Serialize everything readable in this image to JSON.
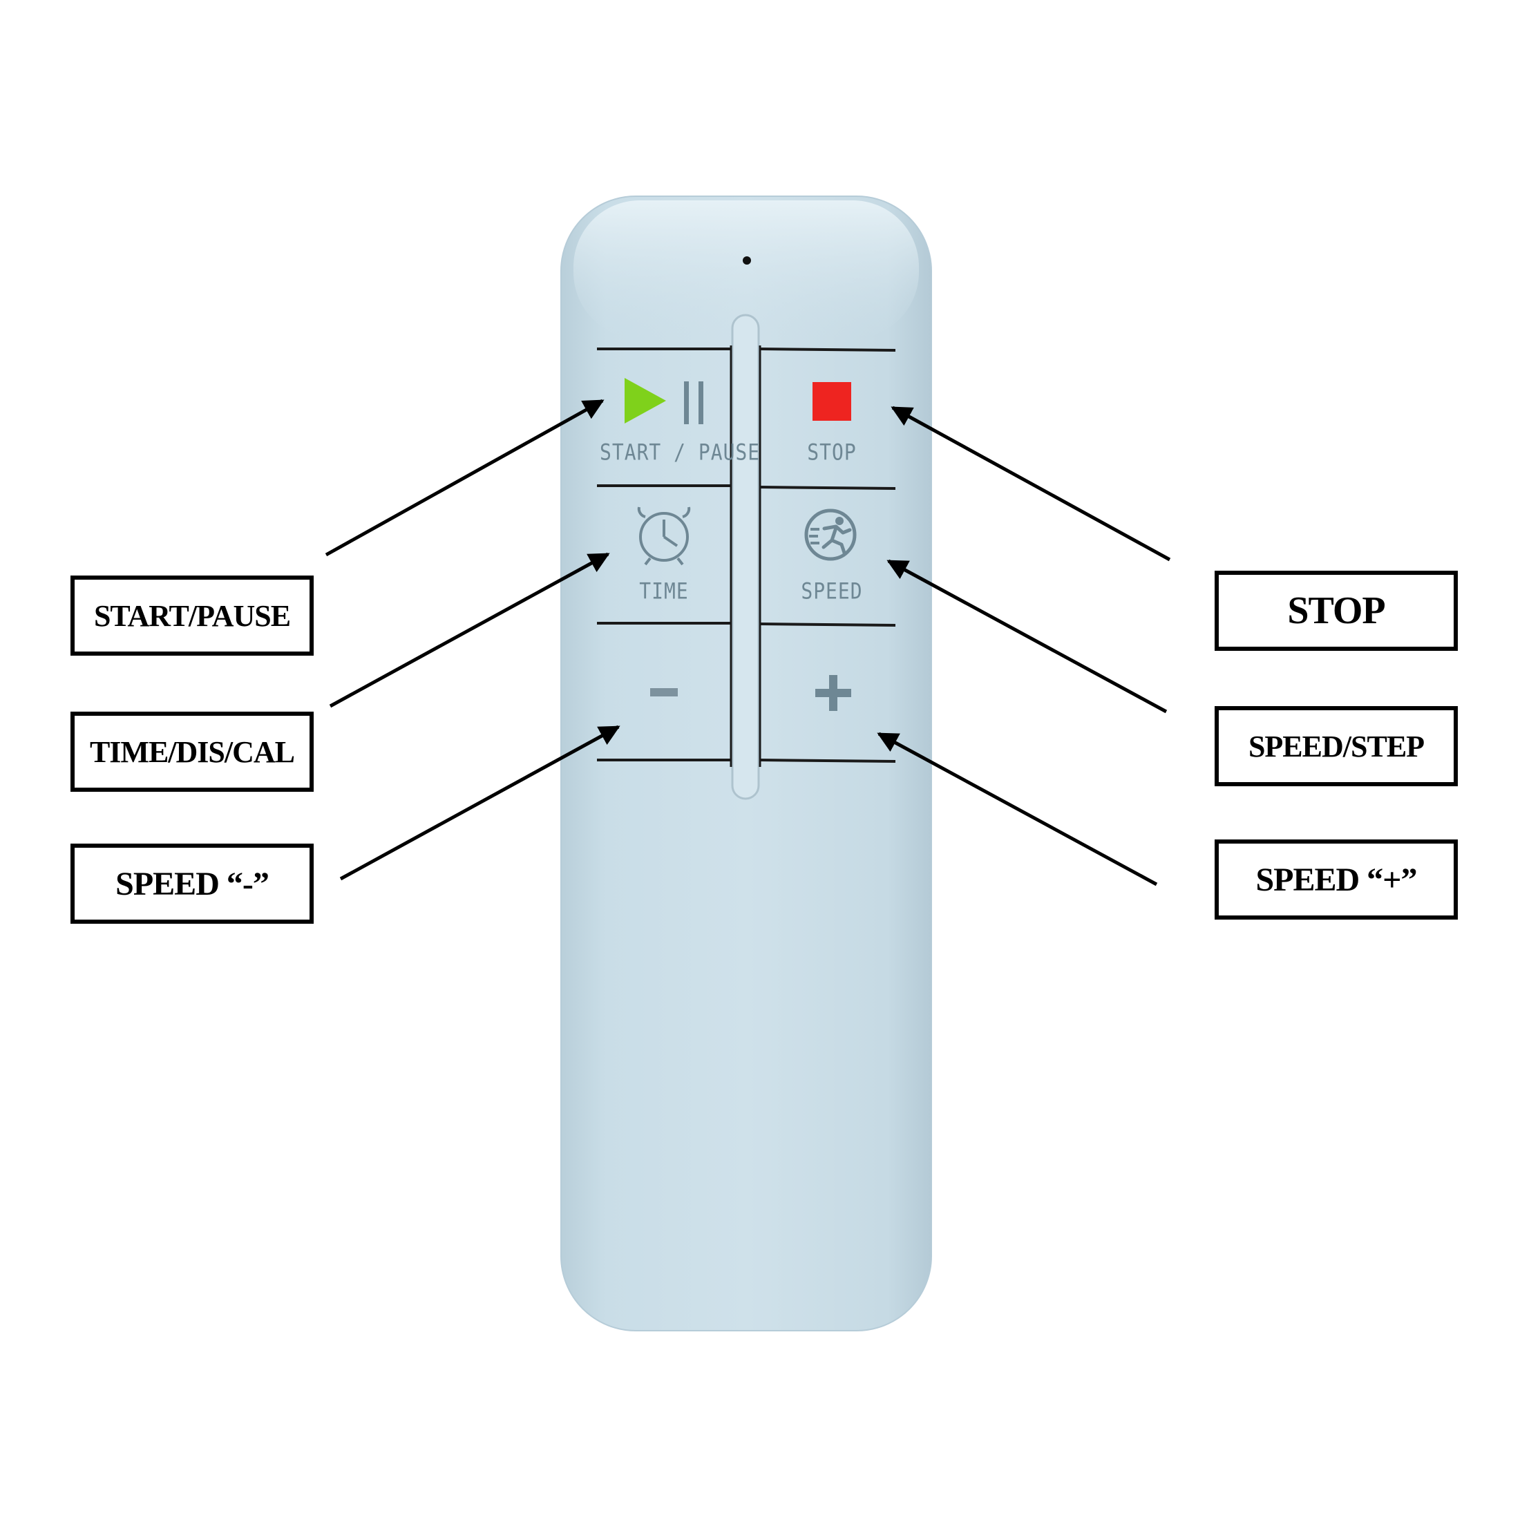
{
  "callouts": {
    "start_pause": "START/PAUSE",
    "time_dis_cal": "TIME/DIS/CAL",
    "speed_minus": "SPEED “-”",
    "stop": "STOP",
    "speed_step": "SPEED/STEP",
    "speed_plus": "SPEED “+”"
  },
  "remote": {
    "buttons": {
      "start_pause": {
        "label": "START / PAUSE",
        "icon": "play-pause-icon"
      },
      "stop": {
        "label": "STOP",
        "icon": "stop-square-icon"
      },
      "time": {
        "label": "TIME",
        "icon": "alarm-clock-icon"
      },
      "speed": {
        "label": "SPEED",
        "icon": "running-man-icon"
      },
      "minus": {
        "icon": "minus-icon"
      },
      "plus": {
        "icon": "plus-icon"
      }
    }
  },
  "colors": {
    "remote_body": "#c6dae4",
    "play_icon": "#7fd11b",
    "stop_icon": "#ee2420",
    "icon_gray": "#6e8794",
    "divider": "#1a1a1a",
    "callout_border": "#000000"
  }
}
